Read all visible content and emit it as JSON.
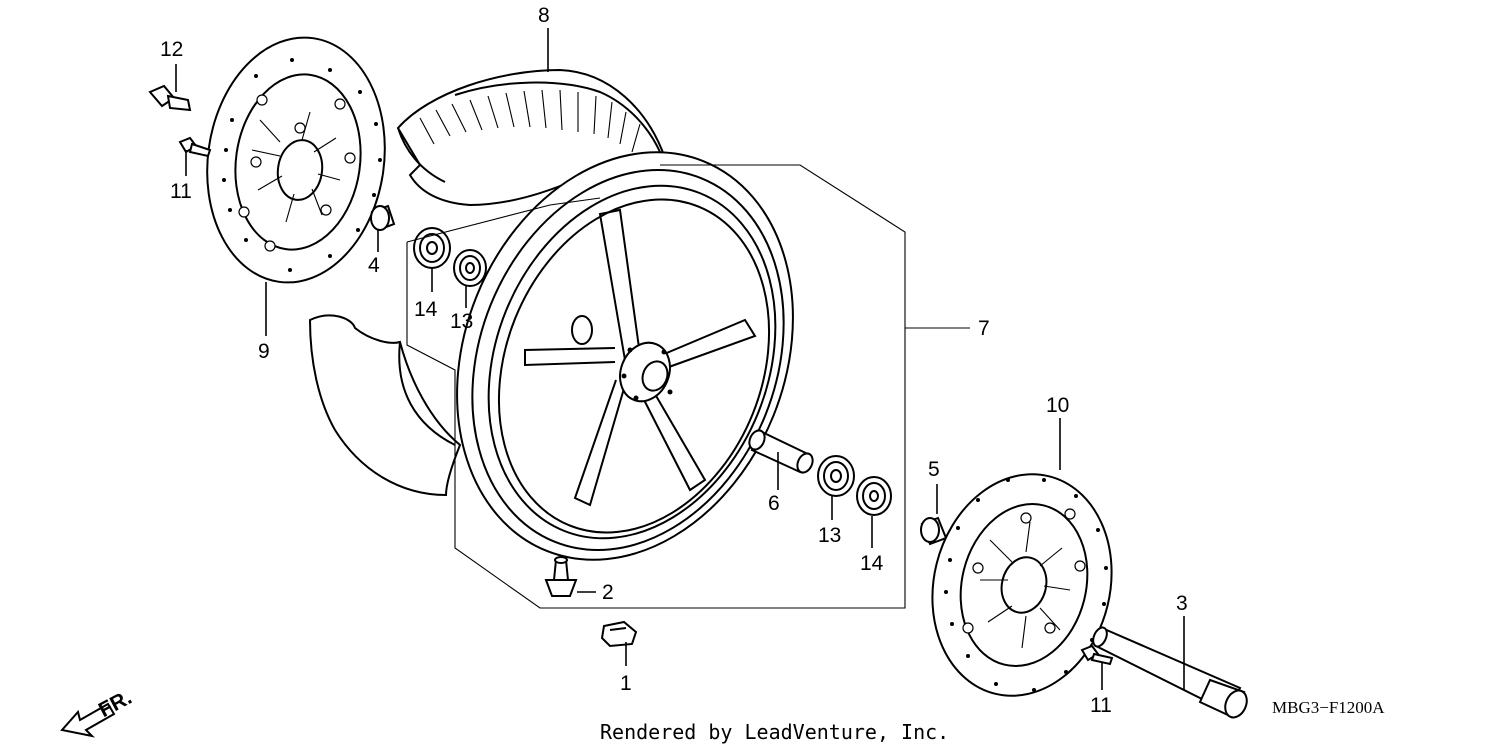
{
  "diagram": {
    "code": "MBG3−F1200A",
    "credit": "Rendered by LeadVenture, Inc.",
    "direction_label": "FR.",
    "callouts": {
      "c1": "1",
      "c2": "2",
      "c3": "3",
      "c4": "4",
      "c5": "5",
      "c6": "6",
      "c7": "7",
      "c8": "8",
      "c9": "9",
      "c10": "10",
      "c11a": "11",
      "c11b": "11",
      "c12": "12",
      "c13a": "13",
      "c13b": "13",
      "c14a": "14",
      "c14b": "14"
    }
  }
}
